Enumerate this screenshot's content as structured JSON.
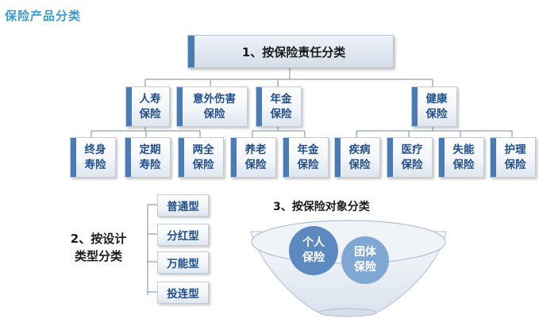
{
  "page_title": "保险产品分类",
  "liability": {
    "title": "1、按保险责任分类",
    "categories": [
      {
        "label": "人寿\n保险"
      },
      {
        "label": "意外伤害\n保险"
      },
      {
        "label": "年金\n保险"
      },
      {
        "label": "健康\n保险"
      }
    ],
    "subtypes": [
      {
        "label": "终身\n寿险"
      },
      {
        "label": "定期\n寿险"
      },
      {
        "label": "两全\n保险"
      },
      {
        "label": "养老\n保险"
      },
      {
        "label": "年金\n保险"
      },
      {
        "label": "疾病\n保险"
      },
      {
        "label": "医疗\n保险"
      },
      {
        "label": "失能\n保险"
      },
      {
        "label": "护理\n保险"
      }
    ]
  },
  "design": {
    "title": "2、按设计\n类型分类",
    "types": [
      "普通型",
      "分红型",
      "万能型",
      "投连型"
    ]
  },
  "target": {
    "title": "3、按保险对象分类",
    "items": [
      "个人\n保险",
      "团体\n保险"
    ]
  },
  "colors": {
    "accent": "#4a7bb7",
    "text_blue": "#1f4e8c",
    "title_blue": "#3a9bd0",
    "circle_dark": "#5b89c0",
    "circle_light": "#7fa7d3"
  }
}
